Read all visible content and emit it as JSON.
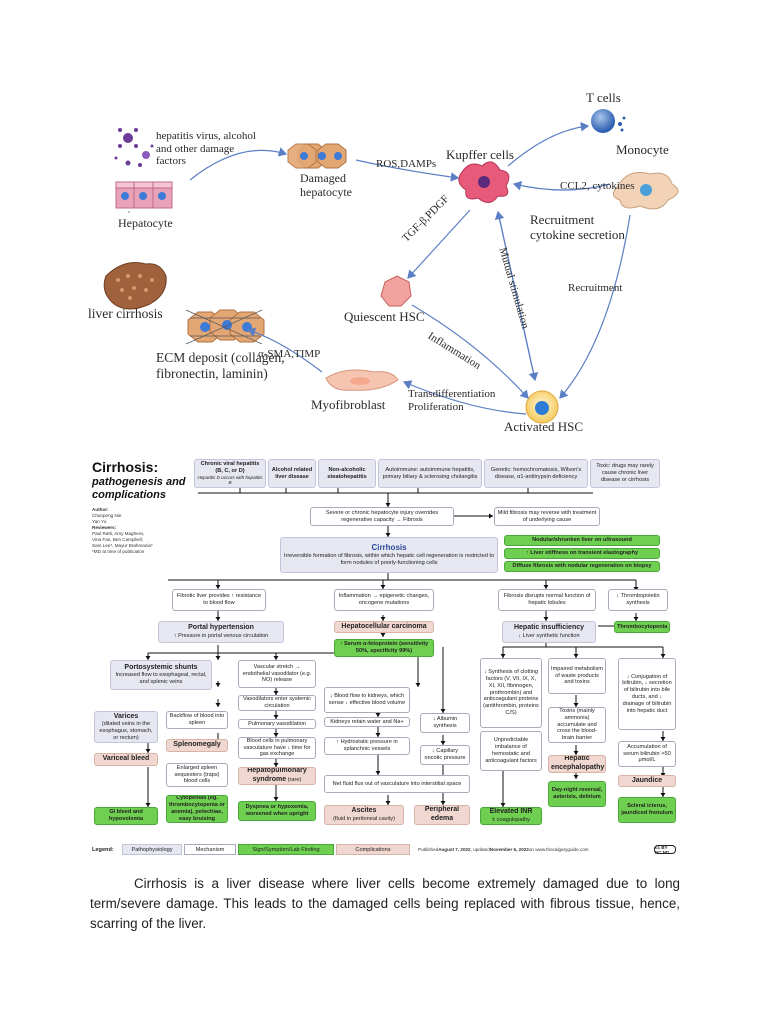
{
  "top_diagram": {
    "hepatocyte": "Hepatocyte",
    "damage_factors": "hepatitis virus, alcohol and other damage factors",
    "damaged_hepatocyte": "Damaged hepatocyte",
    "ros_damps": "ROS,DAMPs",
    "kupffer": "Kupffer cells",
    "t_cells": "T cells",
    "monocyte": "Monocyte",
    "ccl2": "CCL2, cytokines",
    "recruitment_secretion": "Recruitment cytokine secretion",
    "tgf": "TGF-β,PDGF",
    "mutual": "Mutual stimulation",
    "recruitment": "Recruitment",
    "quiescent_hsc": "Quiescent HSC",
    "inflammation": "Inflammation",
    "activated_hsc": "Activated HSC",
    "transdiff": "Transdifferentiation",
    "prolif": "Proliferation",
    "myofibroblast": "Myofibroblast",
    "asma": "α-SMA,TIMP",
    "ecm": "ECM deposit (collagen, fibronectin, laminin)",
    "liver_cirrhosis": "liver cirrhosis"
  },
  "chart": {
    "title": "Cirrhosis:",
    "subtitle": "pathogenesis and complications",
    "author_hd": "Author:",
    "authors": "Chunpeng Nie\nYan Yu",
    "reviewers_hd": "Reviewers:",
    "reviewers": "Paul Ratti, Amy Maghera,\nVina Fan, Ben Campbell,\nSam Lee*, Mayur Brahmania*\n*MD at time of publication",
    "causes": [
      {
        "t": "Chronic viral hepatitis (B, C, or D)",
        "s": "Hepatitis D occurs with hepatitis B"
      },
      {
        "t": "Alcohol related liver disease"
      },
      {
        "t": "Non-alcoholic steatohepatitis"
      },
      {
        "t": "Autoimmune: autoimmune hepatitis, primary biliary & sclerosing cholangitis"
      },
      {
        "t": "Genetic: hemochromatosis, Wilson's disease, α1-antitrypsin deficiency"
      },
      {
        "t": "Toxic: drugs may rarely cause chronic liver disease or cirrhosis"
      }
    ],
    "injury": "Severe or chronic hepatocyte injury overrides regenerative capacity → Fibrosis",
    "mild": "Mild fibrosis may reverse with treatment of underlying cause",
    "cirrhosis_t": "Cirrhosis",
    "cirrhosis_d": "Irreversible formation of fibrosis, within which hepatic cell regeneration is restricted to form nodules of poorly-functioning cells",
    "signs": [
      "Nodular/shrunken liver on ultrasound",
      "↑ Liver stiffness on transient elastography",
      "Diffuse fibrosis with nodular regeneration on biopsy"
    ],
    "fibrotic": "Fibrotic liver provides ↑ resistance to blood flow",
    "inflammation": "Inflammation → epigenetic changes, oncogene mutations",
    "disrupts": "Fibrosis disrupts normal function of hepatic lobules",
    "thrombopoietin": "↓ Thrombopoietin synthesis",
    "portal_t": "Portal hypertension",
    "portal_d": "↑ Pressure in portal venous circulation",
    "hcc": "Hepatocellular carcinoma",
    "afp": "↑ Serum α-fetoprotein (sensitivity 50%, specificity 99%)",
    "hep_insuff_t": "Hepatic insufficiency",
    "hep_insuff_d": "↓ Liver synthetic function",
    "thrombocytopenia": "Thrombocytopenia",
    "shunts_t": "Portosystemic shunts",
    "shunts_d": "Increased flow to esophageal, rectal, and splenic veins",
    "vasc_stretch": "Vascular stretch → endothelial vasodilator (e.g. NO) release",
    "vasodilators": "Vasodilators enter systemic circulation",
    "pulm_vaso": "Pulmonary vasodilation",
    "blood_cells": "Blood cells in pulmonary vasculature have ↓ time for gas exchange",
    "hps_t": "Hepatopulmonary syndrome",
    "hps_s": "(rare)",
    "dyspnea": "Dyspnea or hypoxemia, worsened when upright",
    "varices_t": "Varices",
    "varices_d": "(dilated veins in the esophagus, stomach, or rectum)",
    "variceal": "Variceal bleed",
    "gi_bleed": "GI bleed and hypovolemia",
    "backflow": "Backflow of blood into spleen",
    "splenomegaly": "Splenomegaly",
    "enlarged_spleen": "Enlarged spleen sequesters (traps) blood cells",
    "cytopenias": "Cytopenias (eg. thrombocytopenia or anemia), petechiae, easy bruising",
    "blood_flow_kidneys": "↓ Blood flow to kidneys, which sense ↓ effective blood volume",
    "kidneys_retain": "Kidneys retain water and Na+",
    "hydrostatic": "↑ Hydrostatic pressure in splanchnic vessels",
    "albumin": "↓ Albumin synthesis",
    "oncotic": "↓ Capillary oncotic pressure",
    "net_fluid": "Net fluid flux out of vasculature into interstitial space",
    "ascites_t": "Ascites",
    "ascites_d": "(fluid in peritoneal cavity)",
    "edema": "Peripheral edema",
    "clotting": "↓ Synthesis of clotting factors (V, VII, IX, X, XI, XII, fibrinogen, prothrombin) and anticoagulant proteins (antithrombin, proteins C/S)",
    "unpredictable": "Unpredictable imbalance of hemostatic and anticoagulant factors",
    "inr_t": "Elevated INR",
    "inr_d": "± coagulopathy",
    "impaired": "Impaired metabolism of waste products and toxins",
    "toxins": "Toxins (mainly ammonia) accumulate and cross the blood-brain barrier",
    "enceph": "Hepatic encephalopathy",
    "day_night": "Day-night reversal, asterixis, delirium",
    "bilirubin": "↓ Conjugation of bilirubin, ↓ secretion of bilirubin into bile ducts, and ↓ drainage of bilirubin into hepatic duct",
    "serum_bili": "Accumulation of serum bilirubin >50 μmol/L",
    "jaundice": "Jaundice",
    "scleral": "Scleral icterus, jaundiced frenulum",
    "legend": {
      "label": "Legend:",
      "items": [
        "Pathophysiology",
        "Mechanism",
        "Sign/Symptom/Lab Finding",
        "Complications"
      ],
      "colors": [
        "#e6e7f1",
        "#ffffff",
        "#6fcf50",
        "#f0d7d0"
      ],
      "published_pre": "Published ",
      "published_date": "August 7, 2022",
      "updated_pre": ", updated ",
      "updated_date": "November 6, 2022",
      "site": " on www.thecalgaryguide.com",
      "cc": "cc BY NC ND"
    }
  },
  "paragraph": "Cirrhosis is a liver disease where liver cells become extremely damaged due to long term/severe damage. This leads to the damaged cells being replaced with fibrous tissue, hence, scarring of the liver."
}
